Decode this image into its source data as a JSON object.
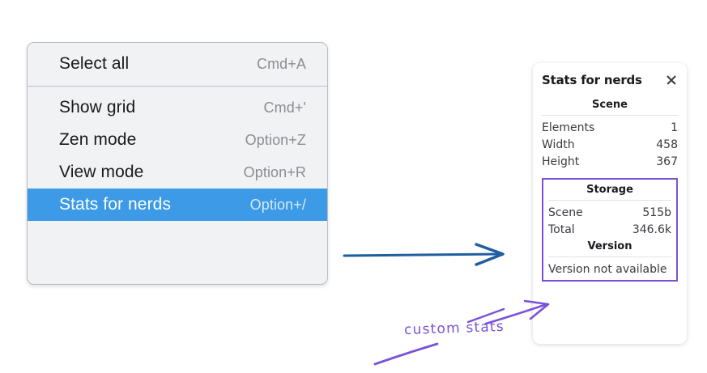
{
  "context_menu": {
    "groups": [
      {
        "items": [
          {
            "label": "Select all",
            "shortcut": "Cmd+A",
            "selected": false
          }
        ]
      },
      {
        "items": [
          {
            "label": "Show grid",
            "shortcut": "Cmd+'",
            "selected": false
          },
          {
            "label": "Zen mode",
            "shortcut": "Option+Z",
            "selected": false
          },
          {
            "label": "View mode",
            "shortcut": "Option+R",
            "selected": false
          },
          {
            "label": "Stats for nerds",
            "shortcut": "Option+/",
            "selected": true
          }
        ]
      }
    ],
    "highlight_color": "#3d9ae6"
  },
  "stats_panel": {
    "title": "Stats for nerds",
    "close_icon": "close-icon",
    "scene": {
      "heading": "Scene",
      "rows": [
        {
          "key": "Elements",
          "value": "1"
        },
        {
          "key": "Width",
          "value": "458"
        },
        {
          "key": "Height",
          "value": "367"
        }
      ]
    },
    "custom": {
      "border_color": "#7a52d8",
      "storage": {
        "heading": "Storage",
        "rows": [
          {
            "key": "Scene",
            "value": "515b"
          },
          {
            "key": "Total",
            "value": "346.6k"
          }
        ]
      },
      "version": {
        "heading": "Version",
        "text": "Version not available"
      }
    }
  },
  "annotations": {
    "blue_arrow_color": "#1f5fa0",
    "purple_color": "#7a52d8",
    "handwritten_note": "custom stats"
  }
}
